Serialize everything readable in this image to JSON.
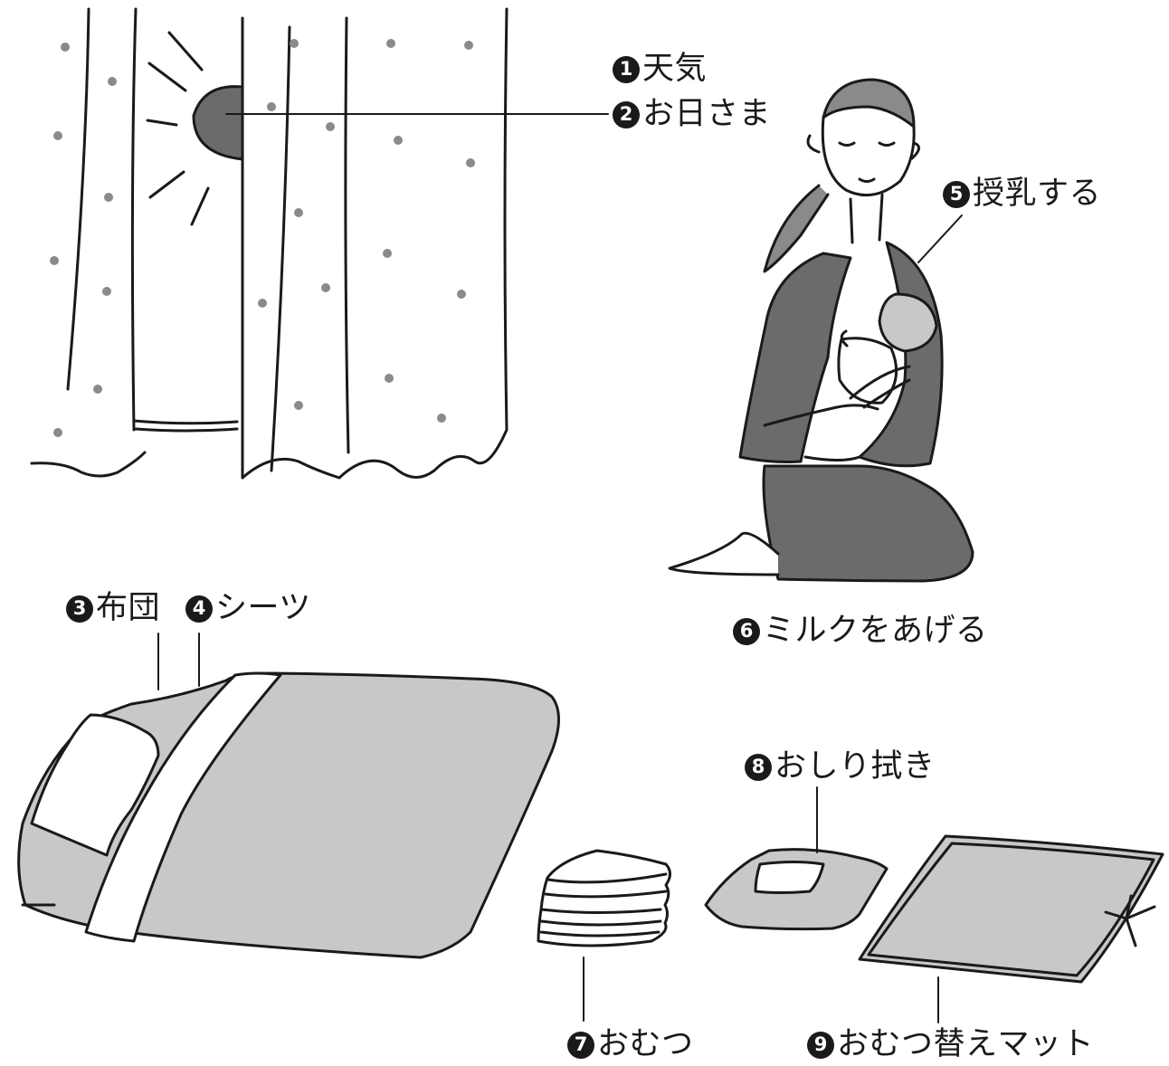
{
  "labels": [
    {
      "num": "1",
      "text": "天気"
    },
    {
      "num": "2",
      "text": "お日さま"
    },
    {
      "num": "3",
      "text": "布団"
    },
    {
      "num": "4",
      "text": "シーツ"
    },
    {
      "num": "5",
      "text": "授乳する"
    },
    {
      "num": "6",
      "text": "ミルクをあげる"
    },
    {
      "num": "7",
      "text": "おむつ"
    },
    {
      "num": "8",
      "text": "おしり拭き"
    },
    {
      "num": "9",
      "text": "おむつ替えマット"
    }
  ],
  "colors": {
    "ink": "#1a1a1a",
    "dark_fill": "#6b6b6b",
    "light_fill": "#c8c8c8",
    "paper": "#ffffff"
  }
}
